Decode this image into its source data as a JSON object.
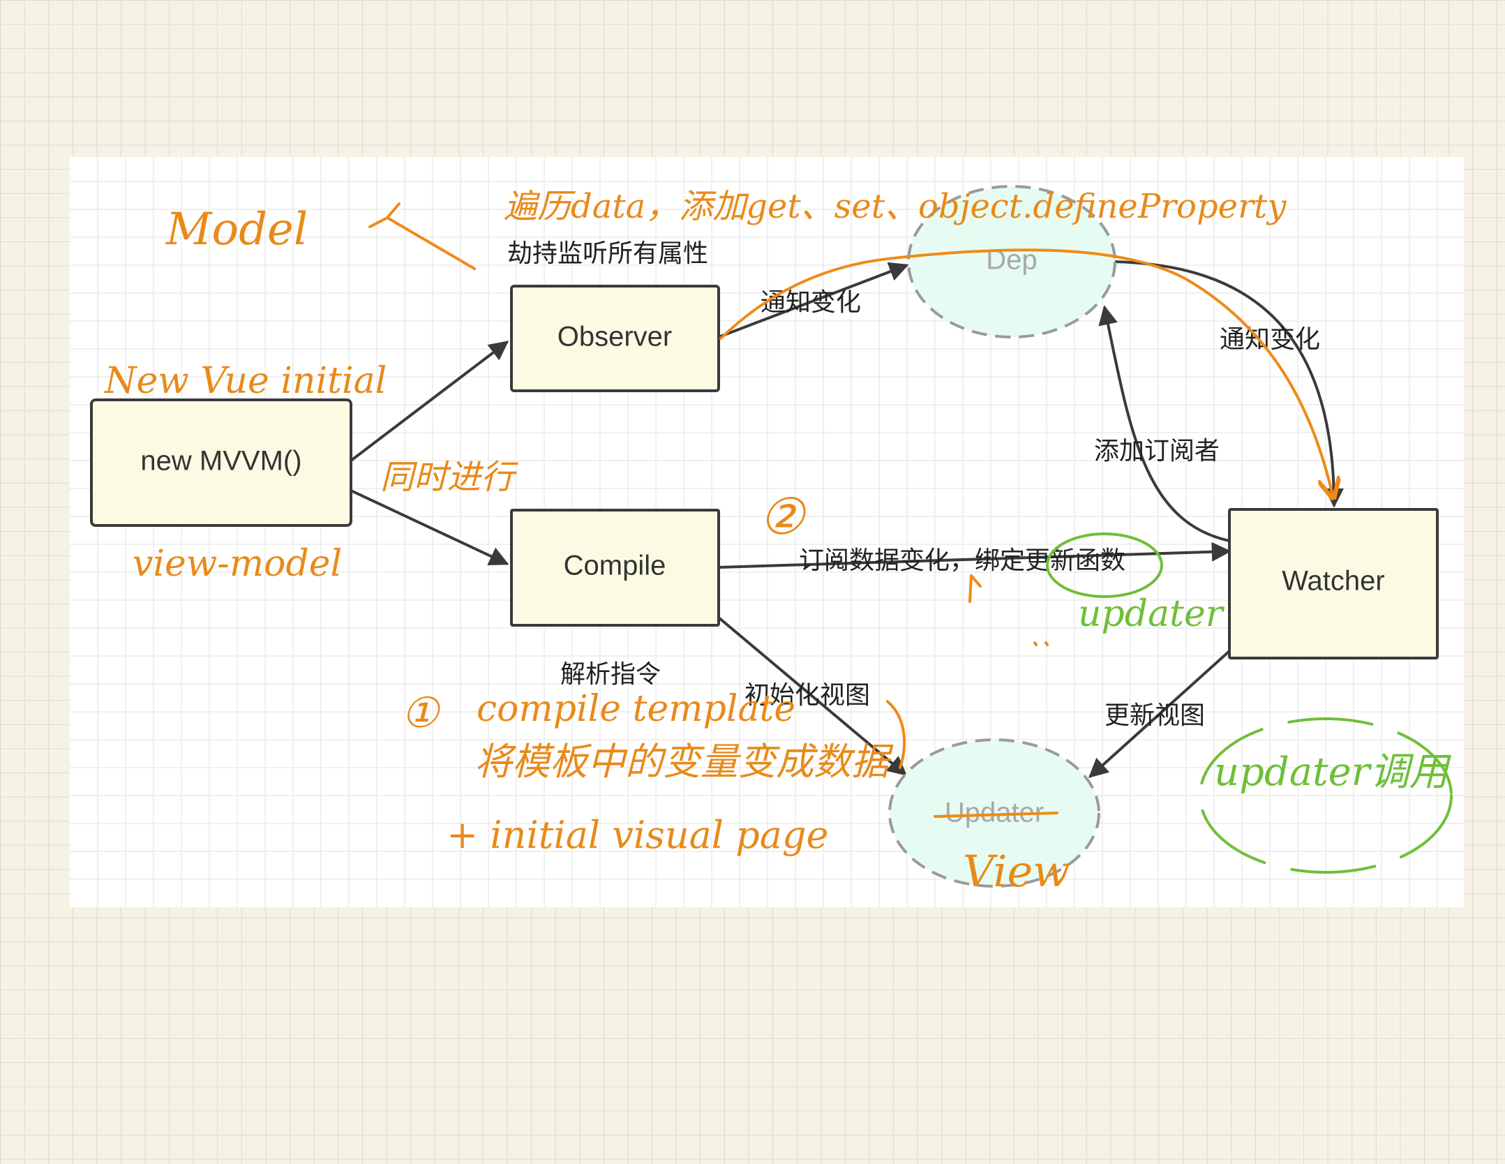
{
  "nodes": {
    "mvvm": "new MVVM()",
    "observer": "Observer",
    "compile": "Compile",
    "dep": "Dep",
    "watcher": "Watcher",
    "updater": "Updater"
  },
  "edge_labels": {
    "hijack": "劫持监听所有属性",
    "notify_dep": "通知变化",
    "notify_watcher": "通知变化",
    "add_subscriber": "添加订阅者",
    "subscribe": "订阅数据变化，绑定更新函数",
    "parse_directives": "解析指令",
    "init_view": "初始化视图",
    "update_view": "更新视图"
  },
  "annotations": {
    "model": "Model",
    "iterate": "遍历data，添加get、set、object.defineProperty",
    "new_vue": "New Vue initial",
    "simultaneous": "同时进行",
    "view_model": "view-model",
    "step2": "②",
    "updater_note": "updater",
    "step1": "①",
    "compile_template": "compile template",
    "replace_vars": "将模板中的变量变成数据",
    "init_page": "+ initial visual page",
    "view": "View",
    "updater_call": "updater调用"
  },
  "colors": {
    "annotation_orange": "#ef8a16",
    "annotation_green": "#6fbf3a",
    "node_fill": "#fbfbe4",
    "ellipse_fill": "#e6fbf1"
  }
}
